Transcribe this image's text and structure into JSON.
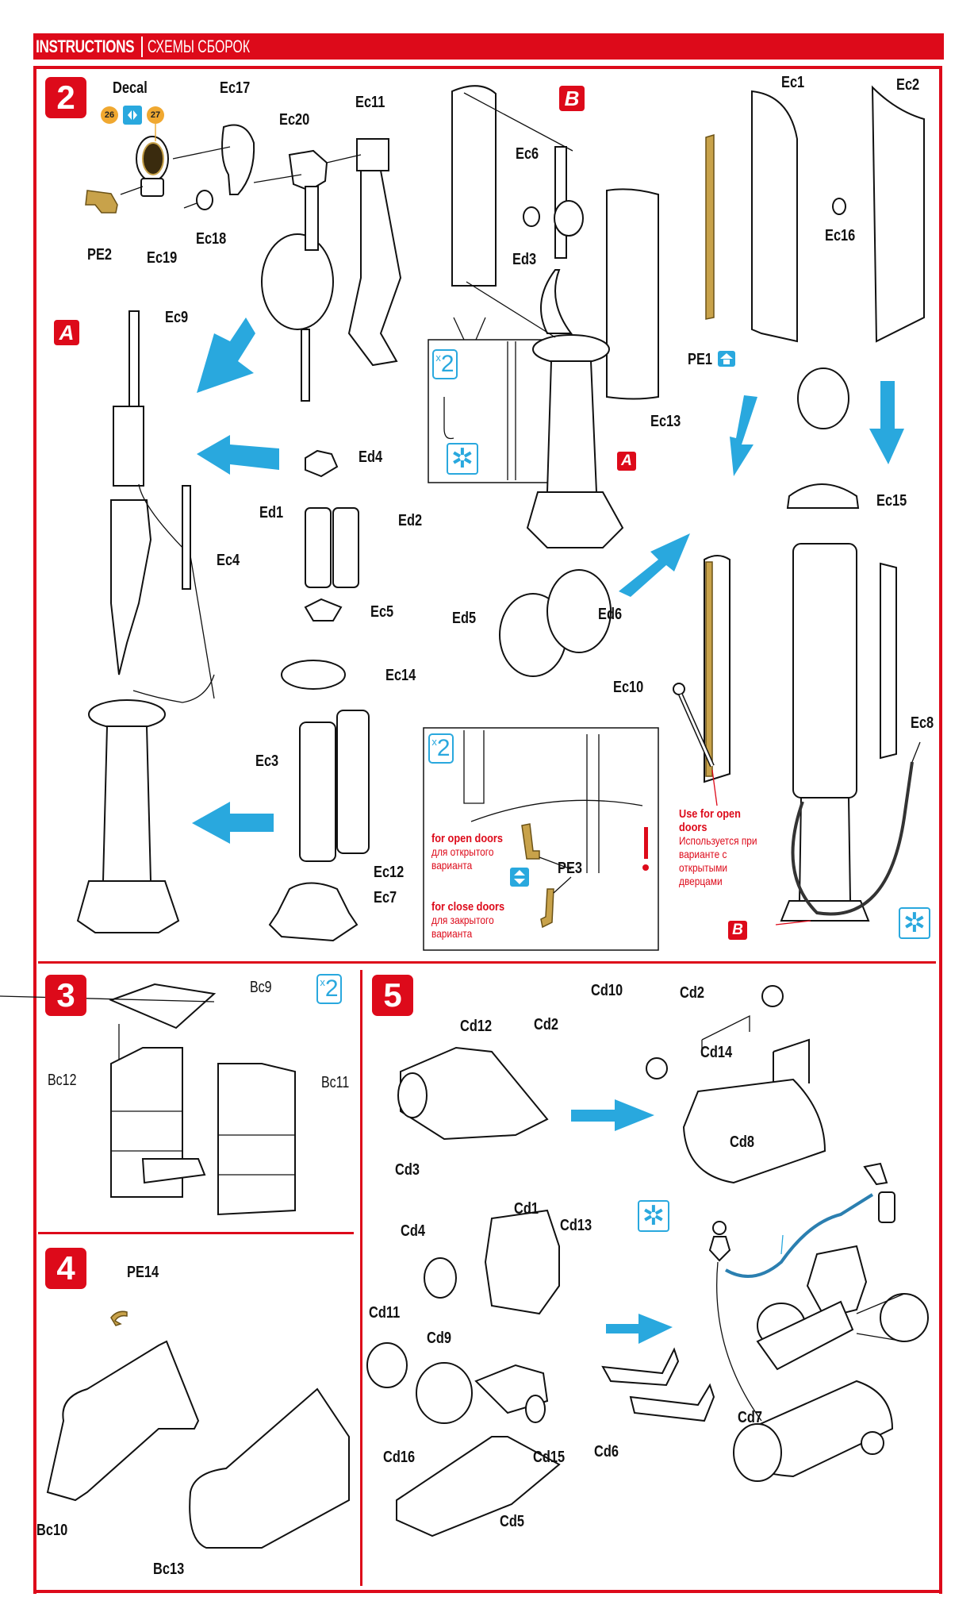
{
  "header": {
    "title_en": "INSTRUCTIONS",
    "title_ru": "СХЕМЫ СБОРОК"
  },
  "steps": {
    "step2": {
      "number": "2",
      "decal": {
        "label": "Decal",
        "numbers": [
          "26",
          "27"
        ],
        "icon": "swap-sides-icon"
      },
      "sub_a": "A",
      "sub_b": "B",
      "parts": [
        "Ec17",
        "Ec20",
        "Ec11",
        "PE2",
        "Ec19",
        "Ec18",
        "Ec9",
        "Ed4",
        "Ed1",
        "Ed2",
        "Ec4",
        "Ec5",
        "Ec14",
        "Ec3",
        "Ec12",
        "Ec7",
        "Ec6",
        "Ed3",
        "Ec13",
        "Ec1",
        "Ec2",
        "Ec16",
        "PE1",
        "Ec15",
        "Ed5",
        "Ed6",
        "Ec10",
        "Ec8",
        "PE3"
      ],
      "inset_quantity": "2",
      "inset2_quantity": "2",
      "pe3_notes": {
        "open_en": "for open doors",
        "open_ru_1": "для открытого",
        "open_ru_2": "варианта",
        "close_en": "for close doors",
        "close_ru_1": "для закрытого",
        "close_ru_2": "варианта"
      },
      "warning": {
        "en_1": "Use for open",
        "en_2": "doors",
        "ru_1": "Используется при",
        "ru_2": "варианте с",
        "ru_3": "открытыми",
        "ru_4": "дверцами"
      },
      "glue_symbol": "✲"
    },
    "step3": {
      "number": "3",
      "quantity": "2",
      "parts": [
        "Bc9",
        "Bc12",
        "Bc11"
      ]
    },
    "step4": {
      "number": "4",
      "parts": [
        "PE14",
        "Bc10",
        "Bc13"
      ]
    },
    "step5": {
      "number": "5",
      "parts": [
        "Cd12",
        "Cd3",
        "Cd10",
        "Cd2",
        "Cd2",
        "Cd14",
        "Cd8",
        "Cd1",
        "Cd4",
        "Cd13",
        "Cd11",
        "Cd9",
        "Cd16",
        "Cd15",
        "Cd6",
        "Cd7",
        "Cd5"
      ]
    }
  },
  "colors": {
    "brand_red": "#dd0a1a",
    "arrow_blue": "#29a8de",
    "photo_etch_gold": "#c8a24a"
  }
}
